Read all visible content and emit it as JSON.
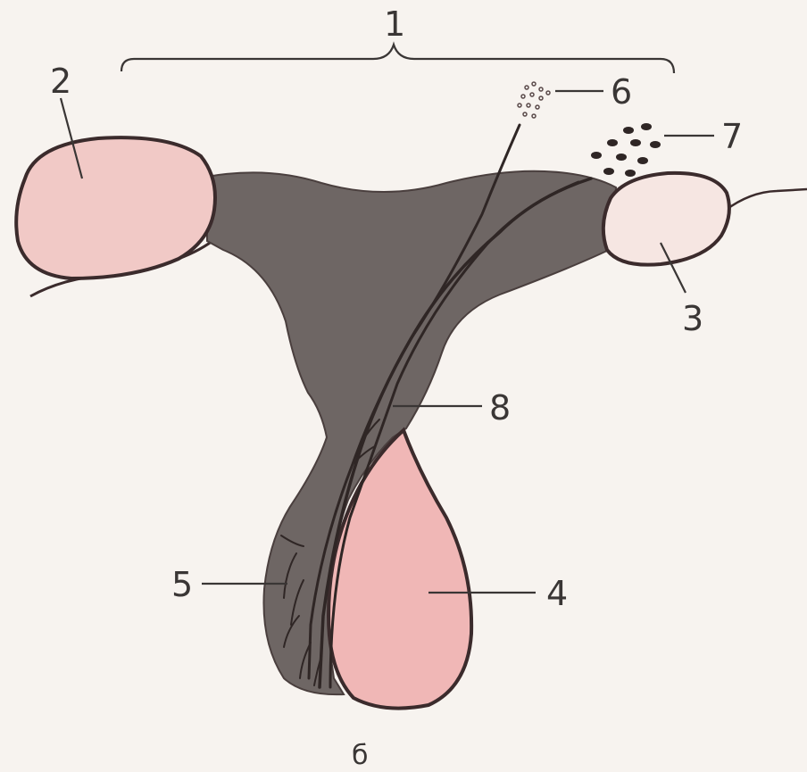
{
  "diagram": {
    "labels": {
      "l1": "1",
      "l2": "2",
      "l3": "3",
      "l4": "4",
      "l5": "5",
      "l6": "6",
      "l7": "7",
      "l8": "8"
    },
    "caption": "б"
  },
  "colors": {
    "background": "#f7f3ef",
    "tissue_dark": "#6e6664",
    "lobe_pink": "#f1c9c6",
    "posterior_pink": "#f0b7b6",
    "outline": "#3b2b2c"
  }
}
